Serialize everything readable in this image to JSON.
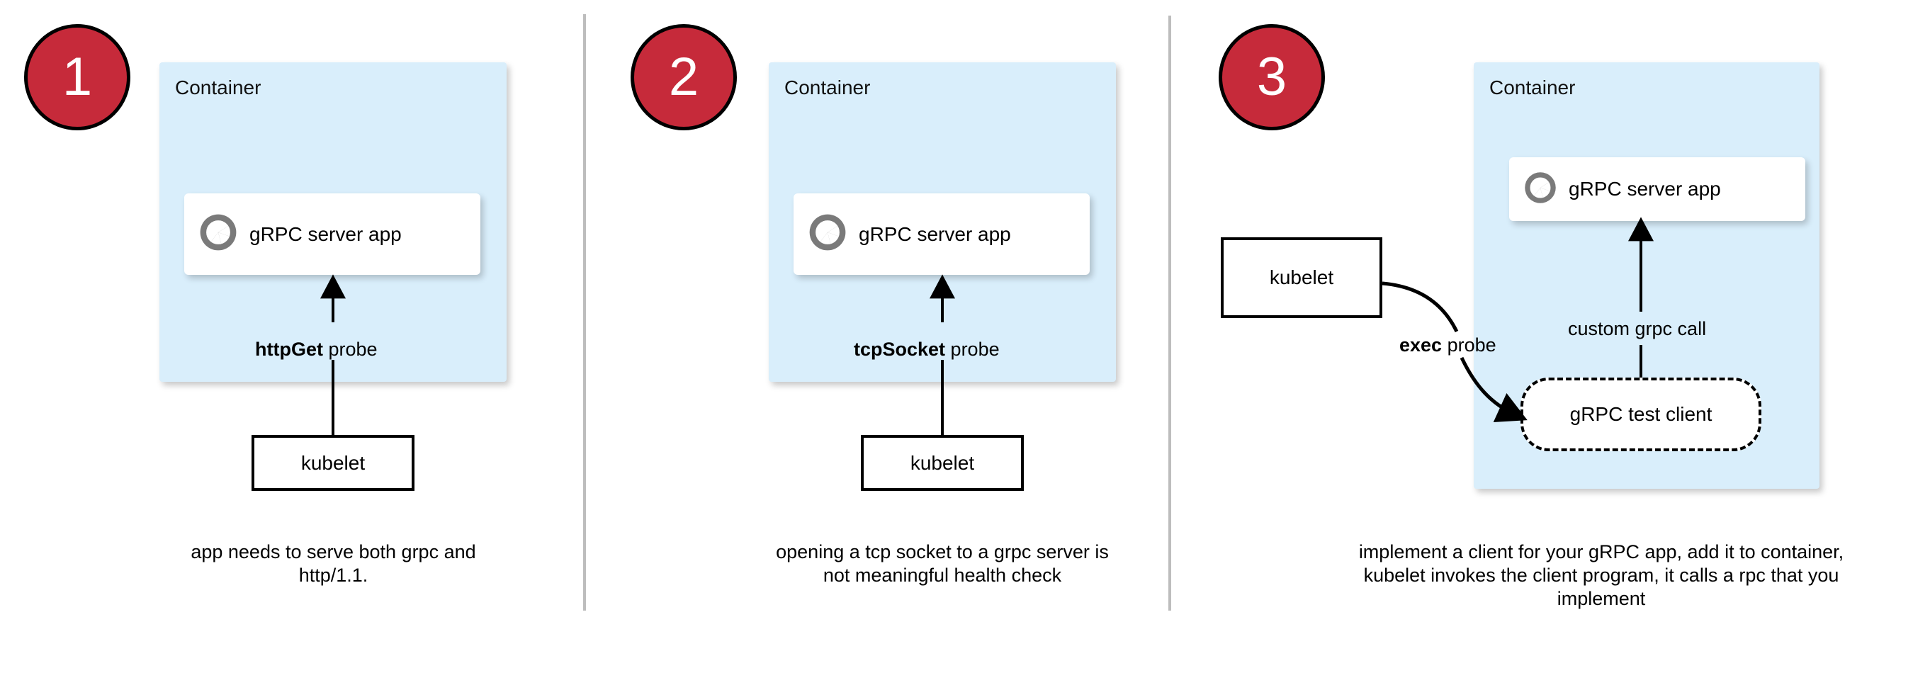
{
  "diagram": {
    "title_colors": {
      "badge_red": "#c62a3a",
      "container_blue": "#d9eefb",
      "divider_gray": "#bdbdbd",
      "icon_gray": "#7a7a7a"
    },
    "panels": [
      {
        "step": "1",
        "container_label": "Container",
        "app_label": "gRPC server app",
        "app_icon": "aperture-icon",
        "probe_label_bold": "httpGet",
        "probe_label_rest": " probe",
        "kubelet_label": "kubelet",
        "caption": "app needs to serve both grpc and http/1.1."
      },
      {
        "step": "2",
        "container_label": "Container",
        "app_label": "gRPC server app",
        "app_icon": "aperture-icon",
        "probe_label_bold": "tcpSocket",
        "probe_label_rest": " probe",
        "kubelet_label": "kubelet",
        "caption": "opening a tcp socket to a grpc server is not meaningful health check"
      },
      {
        "step": "3",
        "container_label": "Container",
        "app_label": "gRPC server app",
        "app_icon": "aperture-icon",
        "probe_label_bold": "exec",
        "probe_label_rest": " probe",
        "kubelet_label": "kubelet",
        "call_label": "custom grpc call",
        "test_client_label": "gRPC test client",
        "caption": "implement a client for your gRPC app, add it to container, kubelet invokes the client program, it calls a rpc that you implement"
      }
    ]
  }
}
